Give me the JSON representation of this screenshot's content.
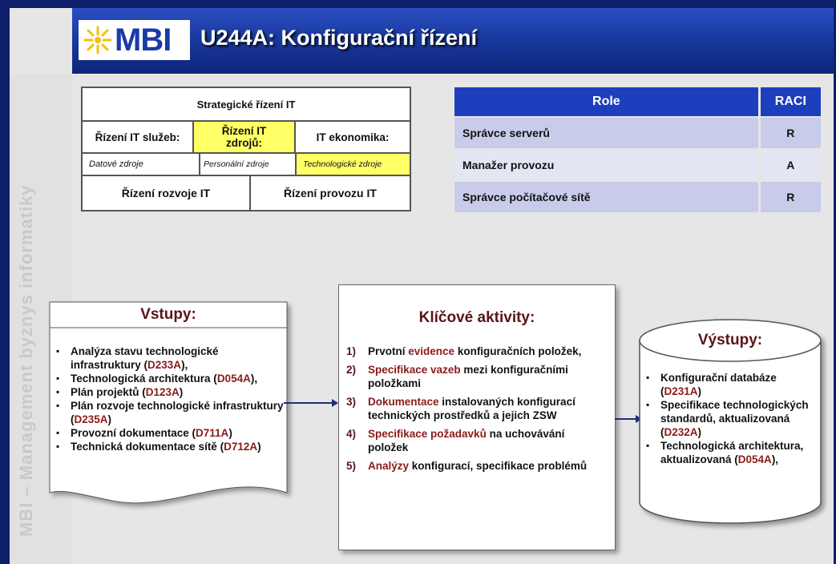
{
  "header": {
    "logo_text": "MBI",
    "title": "U244A: Konfigurační řízení"
  },
  "sidebar": {
    "text": "MBI – Management byznys informatiky"
  },
  "process_map": {
    "top": "Strategické řízení IT",
    "c1": "Řízení IT služeb:",
    "c2": "Řízení IT zdrojů:",
    "c3": "IT ekonomika:",
    "s1": "Datové zdroje",
    "s2": "Personální zdroje",
    "s3": "Technologické zdroje",
    "b1": "Řízení rozvoje IT",
    "b2": "Řízení provozu IT",
    "highlight_color": "#ffff66"
  },
  "raci": {
    "headers": [
      "Role",
      "RACI"
    ],
    "rows": [
      {
        "role": "Správce serverů",
        "code": "R"
      },
      {
        "role": "Manažer provozu",
        "code": "A"
      },
      {
        "role": "Správce počítačové sítě",
        "code": "R"
      }
    ]
  },
  "inputs": {
    "title": "Vstupy:",
    "items": [
      {
        "text": "Analýza stavu technologické infrastruktury (",
        "code": "D233A",
        "tail": "),"
      },
      {
        "text": "Technologická architektura (",
        "code": "D054A",
        "tail": "),"
      },
      {
        "text": "Plán projektů (",
        "code": "D123A",
        "tail": ")"
      },
      {
        "text": "Plán rozvoje technologické infrastruktury (",
        "code": "D235A",
        "tail": ")"
      },
      {
        "text": "Provozní dokumentace (",
        "code": "D711A",
        "tail": ")"
      },
      {
        "text": "Technická dokumentace sítě (",
        "code": "D712A",
        "tail": ")"
      }
    ]
  },
  "activities": {
    "title": "Klíčové aktivity:",
    "items": [
      {
        "num": "1)",
        "pre": "Prvotní ",
        "hl": "evidence",
        "post": " konfiguračních položek,"
      },
      {
        "num": "2)",
        "pre": "",
        "hl": "Specifikace vazeb",
        "post": " mezi konfiguračními položkami"
      },
      {
        "num": "3)",
        "pre": "",
        "hl": "Dokumentace",
        "post": " instalovaných konfigurací technických prostředků a jejich ZSW"
      },
      {
        "num": "4)",
        "pre": "",
        "hl": "Specifikace požadavků",
        "post": " na uchovávání položek"
      },
      {
        "num": "5)",
        "pre": "",
        "hl": "Analýzy",
        "post": "  konfigurací, specifikace problémů"
      }
    ]
  },
  "outputs": {
    "title": "Výstupy:",
    "items": [
      {
        "text": "Konfigurační databáze (",
        "code": "D231A",
        "tail": ")"
      },
      {
        "text": "Specifikace technologických standardů, aktualizovaná (",
        "code": "D232A",
        "tail": ")"
      },
      {
        "text": "Technologická architektura, aktualizovaná (",
        "code": "D054A",
        "tail": "),"
      }
    ]
  },
  "colors": {
    "header": "#1a3a9e",
    "raci_header": "#1e3fbd",
    "code": "#8b1a1a",
    "title": "#5a1416"
  }
}
